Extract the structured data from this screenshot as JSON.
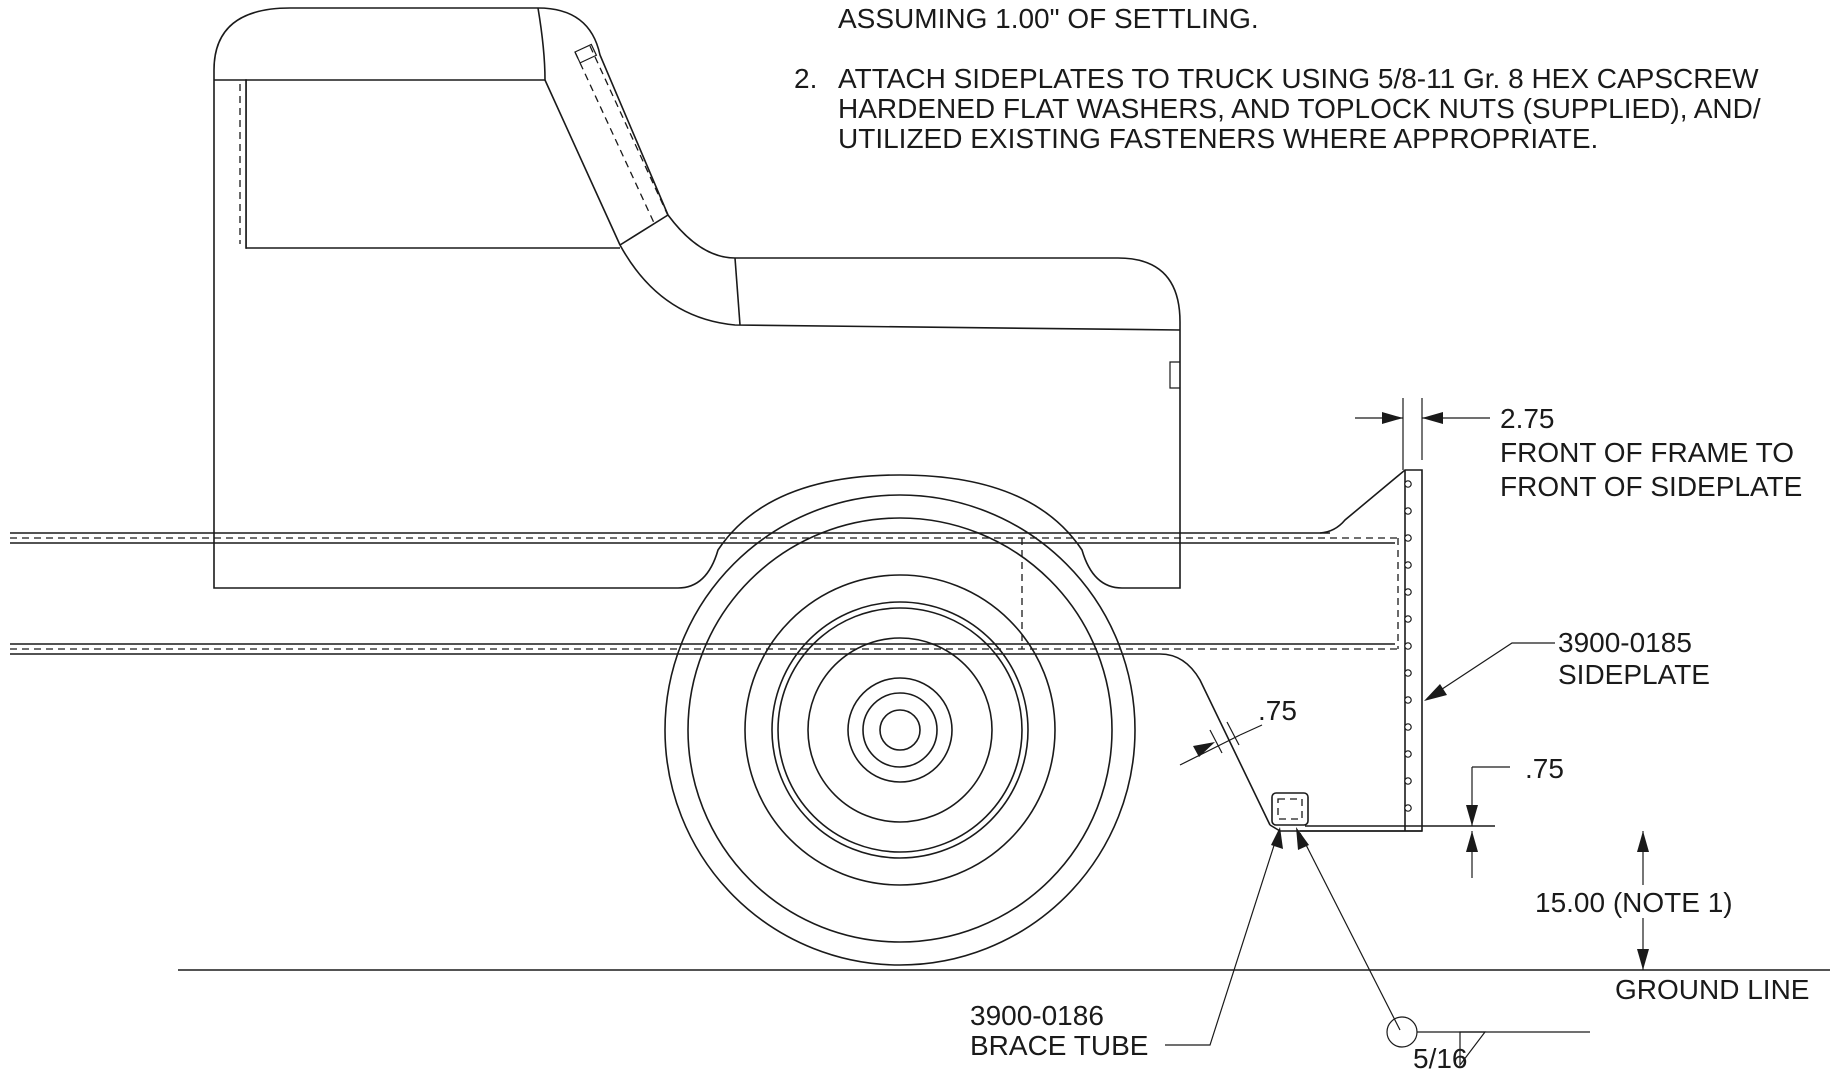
{
  "notes": {
    "line_top": "ASSUMING 1.00\" OF SETTLING.",
    "note2_number": "2.",
    "note2_line1": "ATTACH SIDEPLATES TO TRUCK USING 5/8-11 Gr. 8 HEX CAPSCREW",
    "note2_line2": "HARDENED FLAT WASHERS, AND TOPLOCK NUTS (SUPPLIED), AND/",
    "note2_line3": "UTILIZED EXISTING FASTENERS WHERE APPROPRIATE."
  },
  "dimensions": {
    "frame_offset_value": "2.75",
    "frame_offset_line1": "FRONT OF FRAME TO",
    "frame_offset_line2": "FRONT OF SIDEPLATE",
    "brace_thickness": ".75",
    "plate_thickness": ".75",
    "ground_clearance": "15.00 (NOTE 1)"
  },
  "callouts": {
    "sideplate_part": "3900-0185",
    "sideplate_name": "SIDEPLATE",
    "brace_part": "3900-0186",
    "brace_name": "BRACE TUBE",
    "ground_line": "GROUND LINE",
    "weld_size": "5/16"
  },
  "colors": {
    "line": "#1a1a1a",
    "background": "#ffffff"
  }
}
